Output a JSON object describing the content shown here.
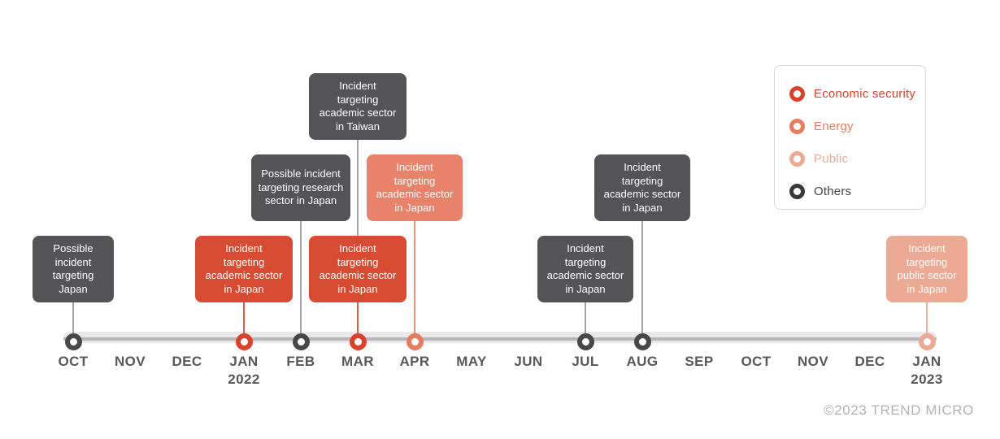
{
  "legend": {
    "items": [
      {
        "id": "economic",
        "label": "Economic security",
        "color": "#d9432c",
        "text_color": "#d9432c"
      },
      {
        "id": "energy",
        "label": "Energy",
        "color": "#e87c60",
        "text_color": "#e87c60"
      },
      {
        "id": "public",
        "label": "Public",
        "color": "#ecaa95",
        "text_color": "#ecaa95"
      },
      {
        "id": "others",
        "label": "Others",
        "color": "#39393b",
        "text_color": "#454548"
      }
    ]
  },
  "categories": {
    "economic": {
      "box": "#d74b33",
      "connector": "#dd5f46",
      "dot": "#d9432c"
    },
    "energy": {
      "box": "#e8826b",
      "connector": "#eb9079",
      "dot": "#e87c60"
    },
    "public": {
      "box": "#ecaa95",
      "connector": "#eeb3a0",
      "dot": "#ecaa95"
    },
    "others": {
      "box": "#545457",
      "connector": "#a3a3a5",
      "dot": "#48484a"
    }
  },
  "timeline": {
    "axis_color": "#e9e9eb",
    "stripe_color": "#b8b8bb",
    "months": [
      {
        "label": "OCT",
        "year": ""
      },
      {
        "label": "NOV",
        "year": ""
      },
      {
        "label": "DEC",
        "year": ""
      },
      {
        "label": "JAN",
        "year": "2022"
      },
      {
        "label": "FEB",
        "year": ""
      },
      {
        "label": "MAR",
        "year": ""
      },
      {
        "label": "APR",
        "year": ""
      },
      {
        "label": "MAY",
        "year": ""
      },
      {
        "label": "JUN",
        "year": ""
      },
      {
        "label": "JUL",
        "year": ""
      },
      {
        "label": "AUG",
        "year": ""
      },
      {
        "label": "SEP",
        "year": ""
      },
      {
        "label": "OCT",
        "year": ""
      },
      {
        "label": "NOV",
        "year": ""
      },
      {
        "label": "DEC",
        "year": ""
      },
      {
        "label": "JAN",
        "year": "2023"
      }
    ],
    "events": [
      {
        "month_index": 0,
        "row": "bottom",
        "category": "others",
        "lines": [
          "Possible",
          "incident",
          "targeting",
          "Japan"
        ],
        "width": 100,
        "dot": true
      },
      {
        "month_index": 3,
        "row": "bottom",
        "category": "economic",
        "lines": [
          "Incident",
          "targeting",
          "academic sector",
          "in Japan"
        ],
        "width": 120,
        "dot": true
      },
      {
        "month_index": 4,
        "row": "mid",
        "category": "others",
        "lines": [
          "Possible incident",
          "targeting research",
          "sector in Japan"
        ],
        "width": 122,
        "dot": true
      },
      {
        "month_index": 5,
        "row": "top",
        "category": "others",
        "lines": [
          "Incident",
          "targeting",
          "academic sector",
          "in Taiwan"
        ],
        "width": 120,
        "dot": false
      },
      {
        "month_index": 5,
        "row": "bottom",
        "category": "economic",
        "lines": [
          "Incident",
          "targeting",
          "academic sector",
          "in Japan"
        ],
        "width": 120,
        "dot": true
      },
      {
        "month_index": 6,
        "row": "mid",
        "category": "energy",
        "lines": [
          "Incident",
          "targeting",
          "academic sector",
          "in Japan"
        ],
        "width": 118,
        "dot": true
      },
      {
        "month_index": 9,
        "row": "bottom",
        "category": "others",
        "lines": [
          "Incident",
          "targeting",
          "academic sector",
          "in Japan"
        ],
        "width": 118,
        "dot": true
      },
      {
        "month_index": 10,
        "row": "mid",
        "category": "others",
        "lines": [
          "Incident",
          "targeting",
          "academic sector",
          "in Japan"
        ],
        "width": 118,
        "dot": true
      },
      {
        "month_index": 15,
        "row": "bottom",
        "category": "public",
        "lines": [
          "Incident",
          "targeting",
          "public sector",
          "in Japan"
        ],
        "width": 100,
        "dot": true
      }
    ]
  },
  "footer": {
    "copyright": "©2023 TREND MICRO"
  }
}
